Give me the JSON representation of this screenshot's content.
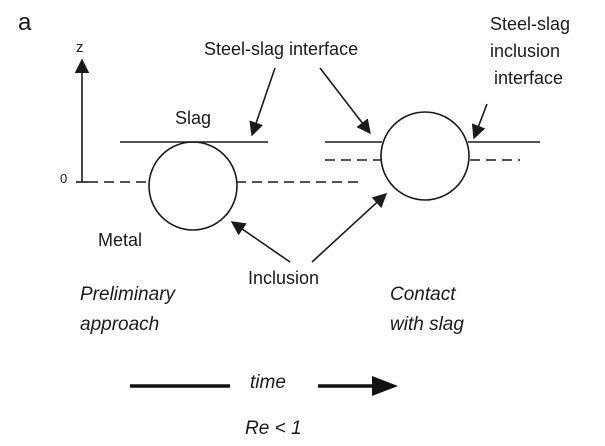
{
  "panel_label": "a",
  "axis": {
    "z_label": "z",
    "zero_label": "0"
  },
  "labels": {
    "slag": "Slag",
    "metal": "Metal",
    "steel_slag_interface": "Steel-slag interface",
    "steel_slag_inclusion_interface": [
      "Steel-slag",
      "inclusion",
      "interface"
    ],
    "inclusion": "Inclusion",
    "preliminary_approach": [
      "Preliminary",
      "approach"
    ],
    "contact_with_slag": [
      "Contact",
      "with slag"
    ],
    "time": "time",
    "re_condition": "Re < 1"
  }
}
